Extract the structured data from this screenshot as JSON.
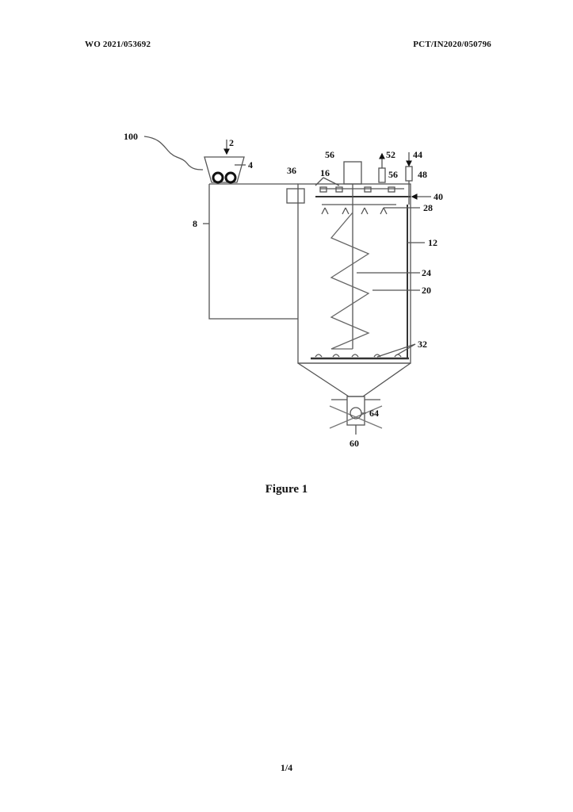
{
  "header": {
    "left": "WO 2021/053692",
    "right": "PCT/IN2020/050796"
  },
  "figure": {
    "labels": {
      "l100": "100",
      "l2": "2",
      "l4": "4",
      "l8": "8",
      "l36": "36",
      "l16": "16",
      "l56a": "56",
      "l52": "52",
      "l56b": "56",
      "l44": "44",
      "l48": "48",
      "l40": "40",
      "l28": "28",
      "l12": "12",
      "l24": "24",
      "l20": "20",
      "l32": "32",
      "l64": "64",
      "l60": "60"
    },
    "caption": "Figure 1"
  },
  "page_number": "1/4"
}
